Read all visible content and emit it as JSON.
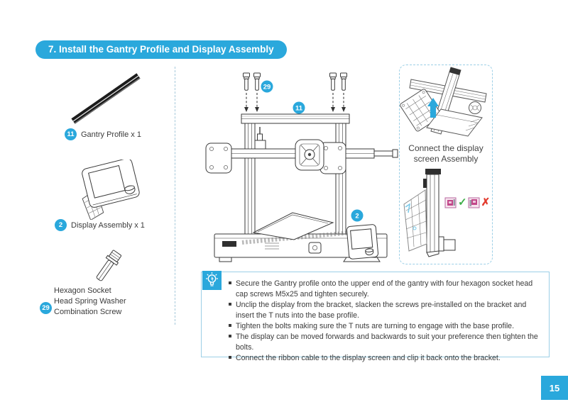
{
  "page": {
    "title": "7. Install the Gantry Profile and Display Assembly",
    "page_number": "15"
  },
  "parts_panel": {
    "items": [
      {
        "badge": "11",
        "name": "Gantry Profile x 1"
      },
      {
        "badge": "2",
        "name": "Display Assembly x 1"
      },
      {
        "badge": "29",
        "name_lines": [
          "Hexagon Socket",
          "Head Spring Washer",
          "Combination Screw"
        ]
      }
    ]
  },
  "assembly_diagram": {
    "callouts": [
      {
        "badge": "29"
      },
      {
        "badge": "11"
      },
      {
        "badge": "2"
      }
    ]
  },
  "side_panel": {
    "caption_lines": [
      "Connect the display",
      "screen Assembly"
    ],
    "correct_mark": "✓",
    "incorrect_mark": "✗"
  },
  "instructions": {
    "bullets": [
      "Secure the Gantry profile onto the upper end of the gantry with four hexagon socket head cap screws M5x25 and tighten securely.",
      "Unclip the display from the bracket, slacken the screws pre-installed on the bracket and insert the T nuts into the base profile.",
      "Tighten the bolts making sure the T nuts are turning to engage with the base profile.",
      "The display can be moved forwards and backwards to suit your preference then tighten the bolts.",
      "Connect the ribbon cable to the display screen and clip it back onto the bracket."
    ]
  },
  "colors": {
    "accent": "#2aa8dc",
    "box_border": "#9ccfe6",
    "divider": "#a5c8da",
    "check_green": "#3fae49",
    "cross_red": "#e23b2e"
  }
}
